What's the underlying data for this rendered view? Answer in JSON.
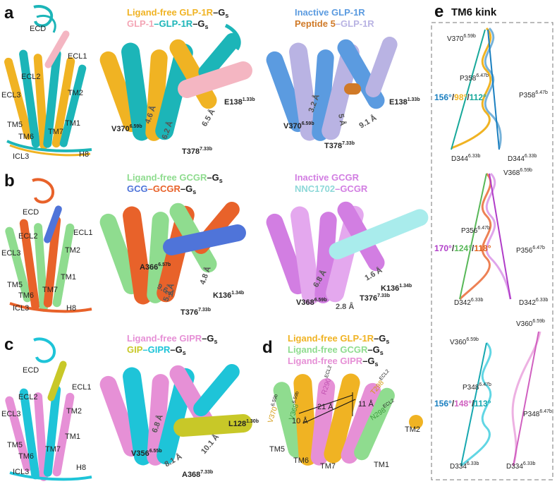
{
  "colors": {
    "glp1r_free": "#f0b323",
    "glp1_peptide": "#f4b6c2",
    "glp1r_active": "#1cb5b8",
    "inactive_glp1r": "#5b9be0",
    "peptide5": "#d07a28",
    "peptide5_glp1r": "#b9b3e3",
    "gcgr_free": "#8fdc8f",
    "gcg": "#4f74d9",
    "gcgr_active": "#e8622a",
    "inactive_gcgr": "#d27ee2",
    "nnc1702": "#a9ecec",
    "gipr_free": "#e690d6",
    "gip": "#c8c828",
    "gipr_active": "#1ec4d8",
    "grey_arrow": "#7a7a7a"
  },
  "panels": {
    "a": {
      "letter": "a",
      "overview_labels": [
        "ECD",
        "ECL1",
        "ECL2",
        "TM2",
        "ECL3",
        "TM1",
        "TM5",
        "TM6",
        "TM7",
        "ICL3",
        "H8"
      ],
      "left_title_line1": {
        "a": "Ligand-free GLP-1R",
        "b": "–G",
        "c": "s"
      },
      "left_title_line2": {
        "a": "GLP-1",
        "b": "–GLP-1R",
        "c": "–G",
        "d": "s"
      },
      "right_title_line1": "Inactive GLP-1R",
      "right_title_line2": {
        "a": "Peptide 5",
        "b": "–GLP-1R"
      },
      "left_residues": [
        {
          "name": "E138",
          "sup": "1.33b"
        },
        {
          "name": "V370",
          "sup": "6.59b"
        },
        {
          "name": "T378",
          "sup": "7.33b"
        }
      ],
      "left_distances": [
        "4.6 Å",
        "6.2 Å",
        "6.5 Å"
      ],
      "right_residues": [
        {
          "name": "E138",
          "sup": "1.33b"
        },
        {
          "name": "V370",
          "sup": "6.59b"
        },
        {
          "name": "T378",
          "sup": "7.33b"
        }
      ],
      "right_distances": [
        "3.2 Å",
        "5 Å",
        "9.1 Å"
      ]
    },
    "b": {
      "letter": "b",
      "overview_labels": [
        "ECD",
        "ECL1",
        "ECL2",
        "TM2",
        "ECL3",
        "TM1",
        "TM5",
        "TM6",
        "TM7",
        "ICL3",
        "H8"
      ],
      "left_title_line1": {
        "a": "Ligand-free GCGR",
        "b": "–G",
        "c": "s"
      },
      "left_title_line2": {
        "a": "GCG",
        "b": "–GCGR",
        "c": "–G",
        "d": "s"
      },
      "right_title_line1": "Inactive GCGR",
      "right_title_line2": {
        "a": "NNC1702",
        "b": "–GCGR"
      },
      "left_residues": [
        {
          "name": "A366",
          "sup": "6.57b"
        },
        {
          "name": "K136",
          "sup": "1.34b"
        },
        {
          "name": "T376",
          "sup": "7.33b"
        }
      ],
      "left_distances": [
        "9.6 Å",
        "5.3 Å",
        "4.8 Å"
      ],
      "right_residues": [
        {
          "name": "V368",
          "sup": "6.59b"
        },
        {
          "name": "T376",
          "sup": "7.33b"
        },
        {
          "name": "K136",
          "sup": "1.34b"
        }
      ],
      "right_distances": [
        "6.8 Å",
        "2.8 Å",
        "1.6 Å"
      ]
    },
    "c": {
      "letter": "c",
      "overview_labels": [
        "ECD",
        "ECL1",
        "ECL2",
        "TM2",
        "ECL3",
        "TM1",
        "TM5",
        "TM6",
        "TM7",
        "ICL3",
        "H8"
      ],
      "left_title_line1": {
        "a": "Ligand-free GIPR",
        "b": "–G",
        "c": "s"
      },
      "left_title_line2": {
        "a": "GIP",
        "b": "–GIPR",
        "c": "–G",
        "d": "s"
      },
      "left_residues": [
        {
          "name": "L128",
          "sup": "1.30b"
        },
        {
          "name": "V356",
          "sup": "6.55b"
        },
        {
          "name": "A368",
          "sup": "7.33b"
        }
      ],
      "left_distances": [
        "6.8 Å",
        "8.1 Å",
        "10.1 Å"
      ]
    },
    "d": {
      "letter": "d",
      "title_line1": {
        "a": "Ligand-free GLP-1R",
        "b": "–G",
        "c": "s"
      },
      "title_line2": {
        "a": "Ligand-free GCGR",
        "b": "–G",
        "c": "s"
      },
      "title_line3": {
        "a": "Ligand-free GIPR",
        "b": "–G",
        "c": "s"
      },
      "labels": [
        "TM5",
        "TM6",
        "TM7",
        "TM1",
        "TM2"
      ],
      "residues": [
        {
          "name": "V370",
          "sup": "6.59b",
          "color": "#f0b323"
        },
        {
          "name": "V368",
          "sup": "6.59b",
          "color": "#8fdc8f"
        },
        {
          "name": "N298",
          "sup": "ECL2",
          "color": "#8fdc8f"
        },
        {
          "name": "T298",
          "sup": "ECL2",
          "color": "#f0b323"
        },
        {
          "name": "R290",
          "sup": "ECL2",
          "color": "#e690d6"
        }
      ],
      "distances": [
        "10 Å",
        "21 Å",
        "11 Å"
      ]
    },
    "e": {
      "letter": "e",
      "title": "TM6 kink",
      "sub1": {
        "top": {
          "name": "V370",
          "sup": "6.59b"
        },
        "mid_left": {
          "name": "P358",
          "sup": "6.47b"
        },
        "mid_right": {
          "name": "P358",
          "sup": "6.47b"
        },
        "bot_left": {
          "name": "D344",
          "sup": "6.33b"
        },
        "bot_right": {
          "name": "D344",
          "sup": "6.33b"
        },
        "angles": [
          {
            "text": "156°",
            "color": "#1a7fc0"
          },
          {
            "text": "/",
            "color": "#333333"
          },
          {
            "text": "98°",
            "color": "#f0b323"
          },
          {
            "text": "/",
            "color": "#333333"
          },
          {
            "text": "112°",
            "color": "#17a89a"
          }
        ]
      },
      "sub2": {
        "top": {
          "name": "V368",
          "sup": "6.59b"
        },
        "mid_left": {
          "name": "P356",
          "sup": "6.47b"
        },
        "mid_right": {
          "name": "P356",
          "sup": "6.47b"
        },
        "bot_left": {
          "name": "D342",
          "sup": "6.33b"
        },
        "bot_right": {
          "name": "D342",
          "sup": "6.33b"
        },
        "angles": [
          {
            "text": "170°",
            "color": "#b03cc8"
          },
          {
            "text": "/",
            "color": "#333333"
          },
          {
            "text": "124°",
            "color": "#58b858"
          },
          {
            "text": "/",
            "color": "#333333"
          },
          {
            "text": "118°",
            "color": "#e0621c"
          }
        ]
      },
      "sub3": {
        "top_right": {
          "name": "V360",
          "sup": "6.59b"
        },
        "top_left": {
          "name": "V360",
          "sup": "6.59b"
        },
        "mid_left": {
          "name": "P348",
          "sup": "6.47b"
        },
        "mid_right": {
          "name": "P348",
          "sup": "6.47b"
        },
        "bot_left": {
          "name": "D334",
          "sup": "6.33b"
        },
        "bot_right": {
          "name": "D334",
          "sup": "6.33b"
        },
        "angles": [
          {
            "text": "156°",
            "color": "#1a7fc0"
          },
          {
            "text": "/",
            "color": "#333333"
          },
          {
            "text": "148°",
            "color": "#d060c0"
          },
          {
            "text": "/",
            "color": "#333333"
          },
          {
            "text": "113°",
            "color": "#17a8b0"
          }
        ]
      }
    }
  }
}
